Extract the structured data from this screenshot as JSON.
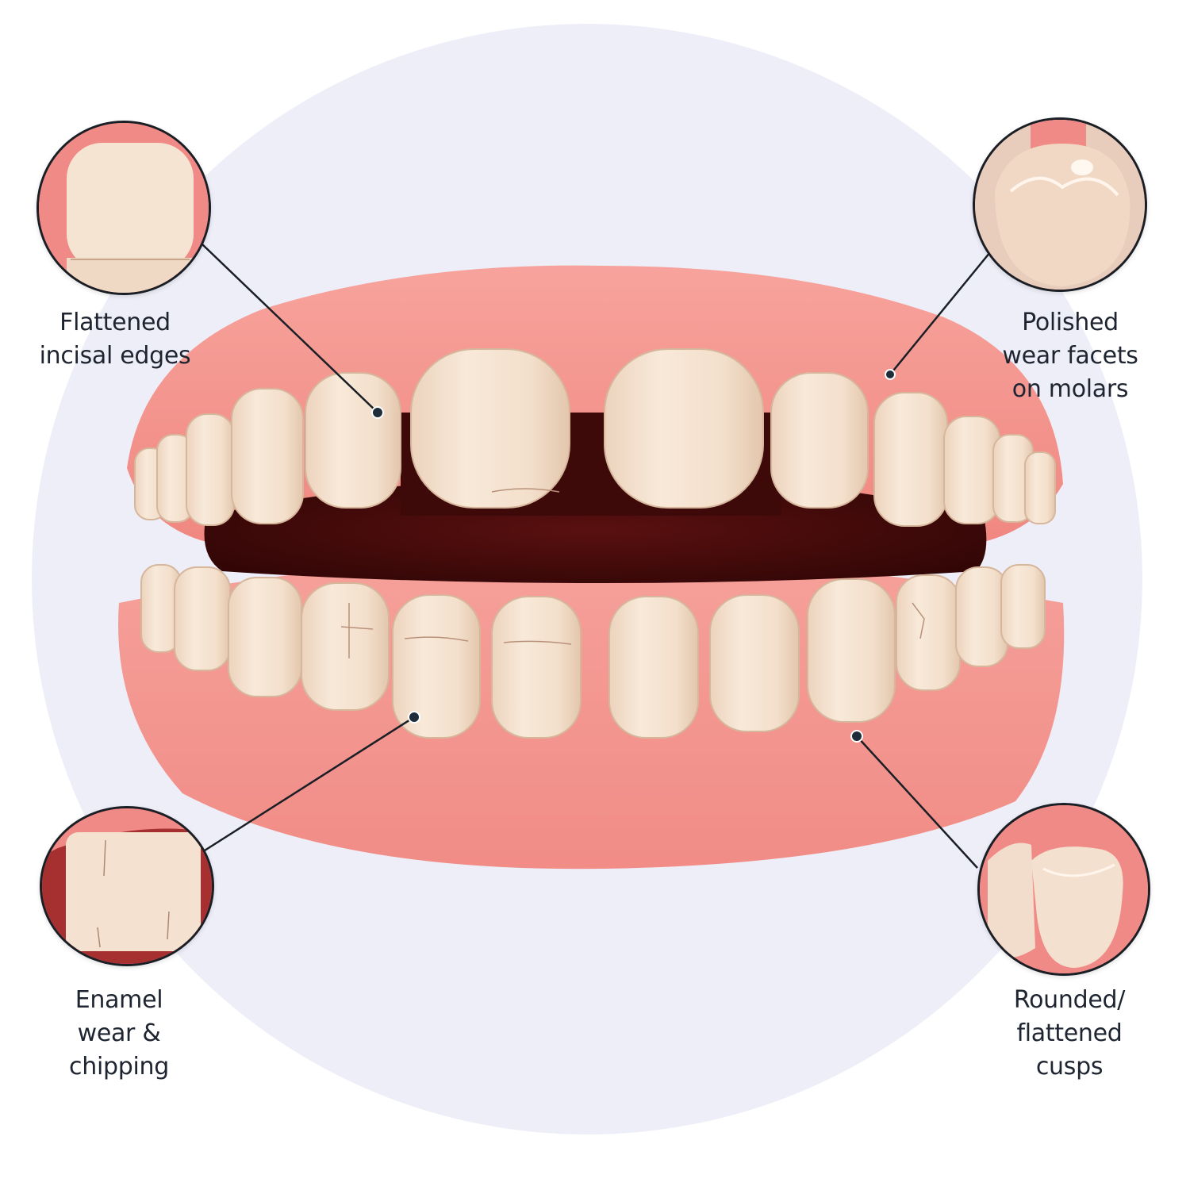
{
  "diagram": {
    "subject": "worn teeth (bruxism) illustration",
    "colors": {
      "background": "#ffffff",
      "backdrop_circle": "#eeeef8",
      "gum": "#f4958f",
      "gum_light": "#f9b0a9",
      "tooth": "#f5e2cf",
      "tooth_shadow": "#e6c9b0",
      "mouth_interior": "#4a0d0d",
      "leader_line": "#1a1f26",
      "label_text": "#1e2530"
    },
    "callouts": [
      {
        "id": "top-left",
        "label_lines": [
          "Flattened",
          "incisal edges"
        ],
        "detail": "close-up of upper incisor with flat, worn edge",
        "pointer": [
          476,
          520
        ]
      },
      {
        "id": "top-right",
        "label_lines": [
          "Polished",
          "wear facets",
          "on molars"
        ],
        "detail": "close-up of molar occlusal surface with shiny facets",
        "pointer": [
          1122,
          472
        ]
      },
      {
        "id": "bottom-left",
        "label_lines": [
          "Enamel",
          "wear &",
          "chipping"
        ],
        "detail": "close-up of tooth with vertical enamel cracks",
        "pointer": [
          522,
          904
        ]
      },
      {
        "id": "bottom-right",
        "label_lines": [
          "Rounded/",
          "flattened",
          "cusps"
        ],
        "detail": "close-up of lower tooth with rounded cusp",
        "pointer": [
          1080,
          928
        ]
      }
    ]
  }
}
